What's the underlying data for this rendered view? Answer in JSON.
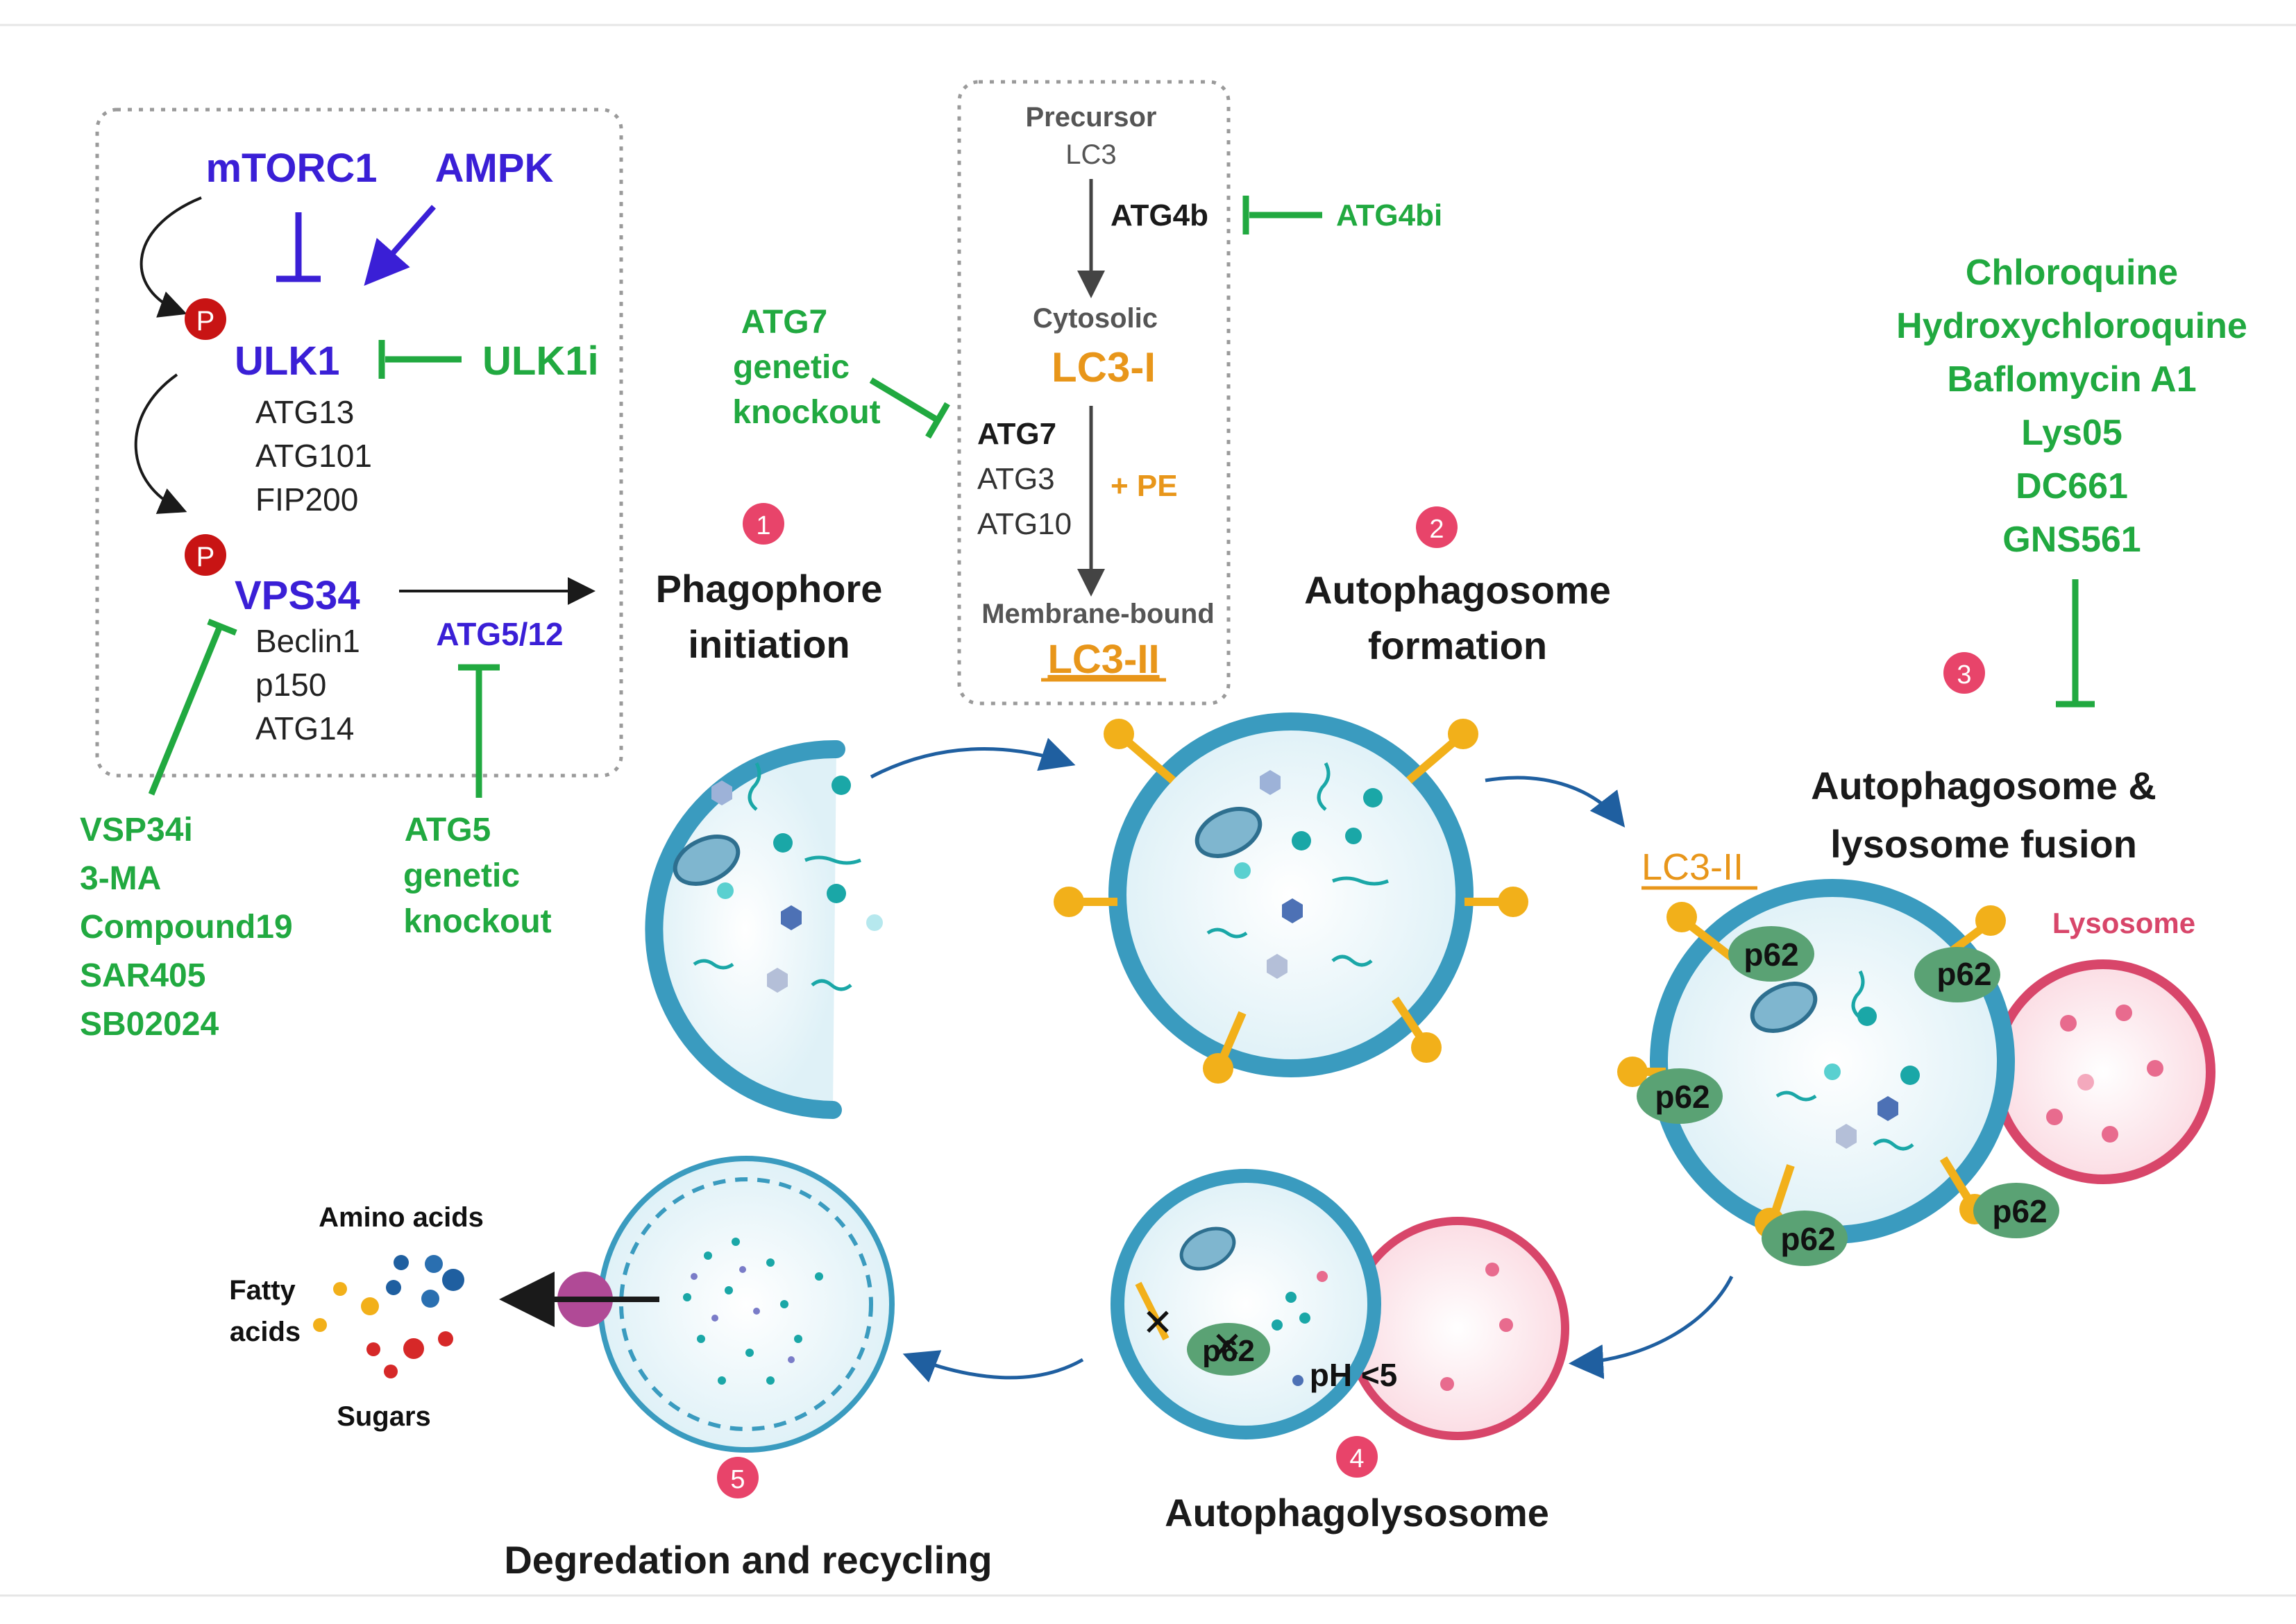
{
  "colors": {
    "blue": "#3a1fd6",
    "green": "#21a940",
    "orange": "#e8961a",
    "black": "#1a1a1a",
    "gray": "#555555",
    "pink": "#e8446a",
    "red_p": "#c81414",
    "membrane": "#3a9bbf",
    "lysosome": "#d8466a",
    "p62": "#5aa274",
    "receptor": "#f2b01a"
  },
  "signaling_box": {
    "mtorc1": "mTORC1",
    "ampk": "AMPK",
    "phospho": "P",
    "ulk1": "ULK1",
    "ulk1_subunits": [
      "ATG13",
      "ATG101",
      "FIP200"
    ],
    "vps34": "VPS34",
    "vps34_subunits": [
      "Beclin1",
      "p150",
      "ATG14"
    ],
    "atg5_12": "ATG5/12"
  },
  "inhibitors": {
    "ulk1i": "ULK1i",
    "vps34_list": [
      "VSP34i",
      "3-MA",
      "Compound19",
      "SAR405",
      "SB02024"
    ],
    "atg5_ko": [
      "ATG5",
      "genetic",
      "knockout"
    ],
    "atg7_ko": [
      "ATG7",
      "genetic",
      "knockout"
    ],
    "atg4bi": "ATG4bi",
    "lysosome_list": [
      "Chloroquine",
      "Hydroxychloroquine",
      "Baflomycin A1",
      "Lys05",
      "DC661",
      "GNS561"
    ]
  },
  "lc3_box": {
    "precursor": [
      "Precursor",
      "LC3"
    ],
    "atg4b": "ATG4b",
    "cytosolic": "Cytosolic",
    "lc3_i": "LC3-I",
    "conj_enzymes": [
      "ATG7",
      "ATG3",
      "ATG10"
    ],
    "plus_pe": "+ PE",
    "membrane_bound": "Membrane-bound",
    "lc3_ii": "LC3-II"
  },
  "steps": [
    {
      "number": "1",
      "label": [
        "Phagophore",
        "initiation"
      ]
    },
    {
      "number": "2",
      "label": [
        "Autophagosome",
        "formation"
      ]
    },
    {
      "number": "3",
      "label": [
        "Autophagosome &",
        "lysosome fusion"
      ]
    },
    {
      "number": "4",
      "label": [
        "Autophagolysosome"
      ]
    },
    {
      "number": "5",
      "label": [
        "Degredation and recycling"
      ]
    }
  ],
  "fusion_labels": {
    "lc3_ii": "LC3-II",
    "lysosome": "Lysosome",
    "p62": "p62",
    "ph": "pH <5"
  },
  "products": {
    "amino_acids": "Amino acids",
    "fatty_acids": [
      "Fatty",
      "acids"
    ],
    "sugars": "Sugars"
  }
}
